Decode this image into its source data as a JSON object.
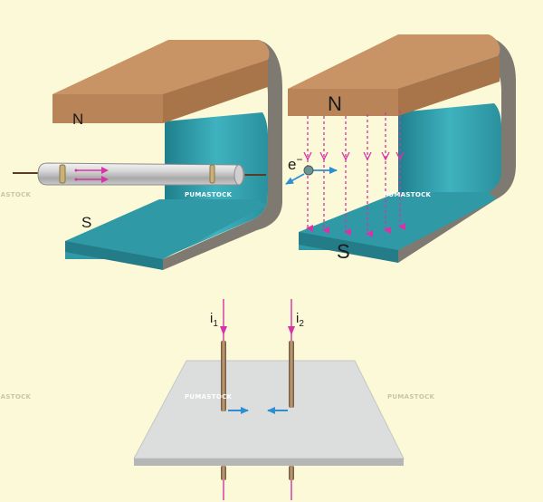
{
  "labels": {
    "left_magnet_north": "N",
    "left_magnet_south": "S",
    "right_magnet_north": "N",
    "right_magnet_south": "S",
    "electron": "e",
    "electron_sign": "−",
    "current_1": "i",
    "current_1_sub": "1",
    "current_2": "i",
    "current_2_sub": "2"
  },
  "watermark": "PUMASTOCK",
  "colors": {
    "background": "#fbf9d7",
    "north_pole": "#c99465",
    "south_pole": "#2f9aa6",
    "magnet_side": "#7e7a72",
    "field_lines": "#d633a6",
    "force_arrow": "#2d8fd1",
    "wire": "#9b7a58",
    "plate": "#dcdddd"
  }
}
